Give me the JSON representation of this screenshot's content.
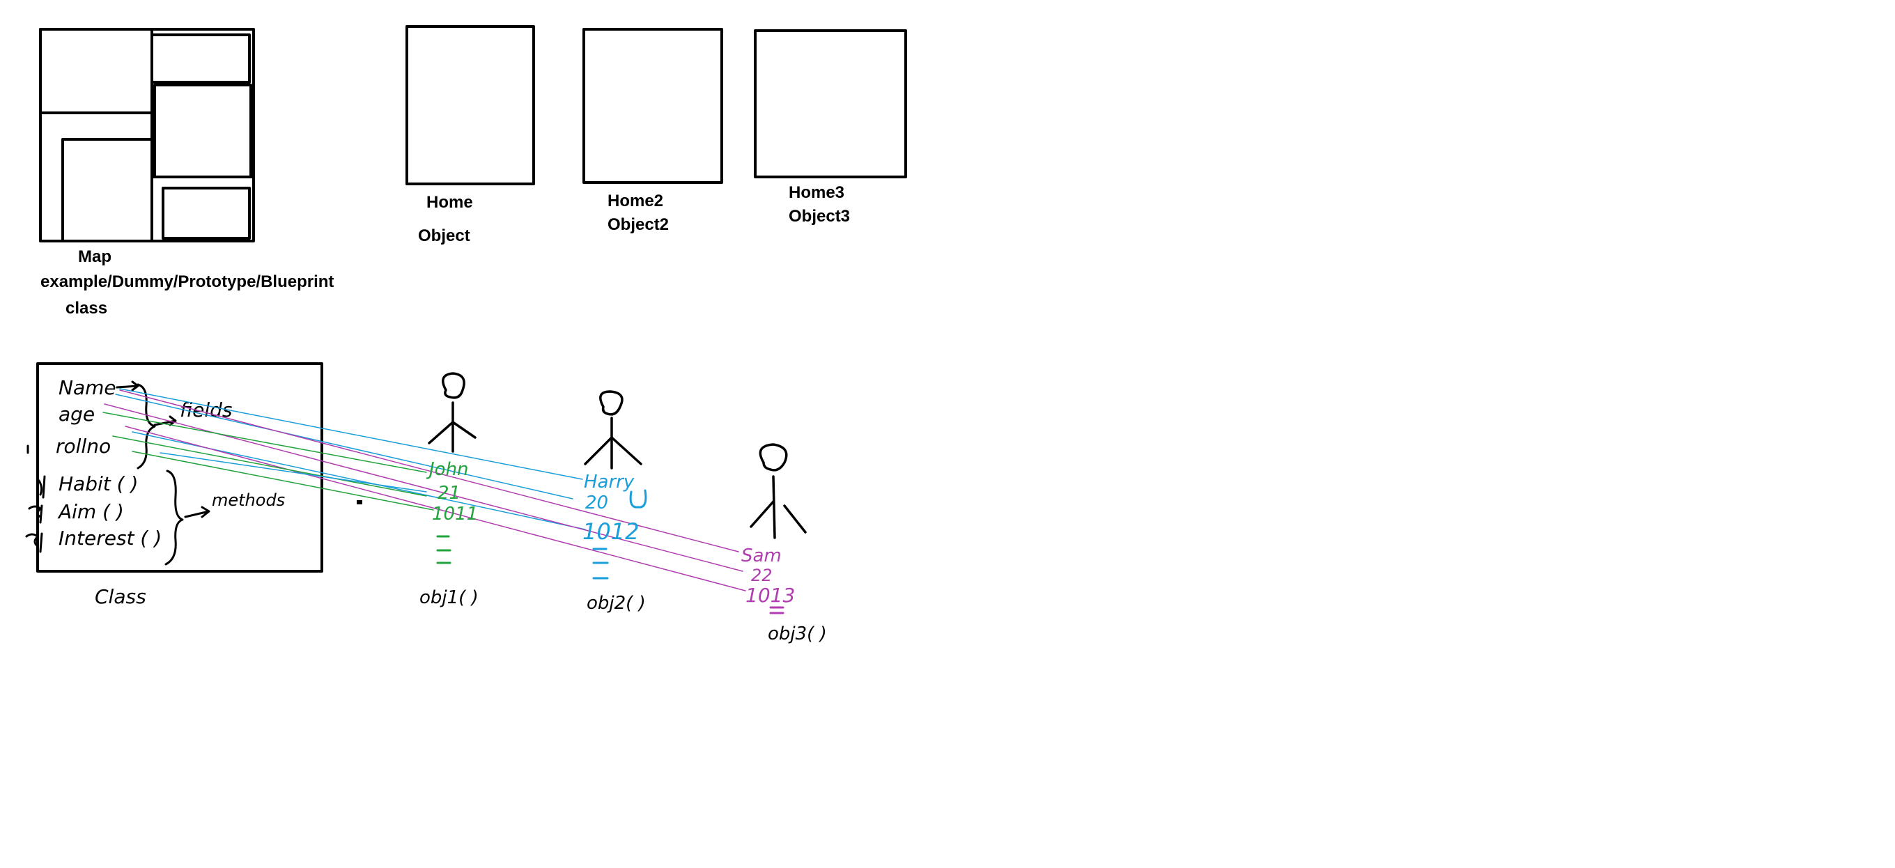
{
  "colors": {
    "black": "#000000",
    "green": "#22a33c",
    "blue": "#1a9ed9",
    "purple": "#b03eb0"
  },
  "top_section": {
    "map_label": "Map",
    "map_caption": "example/Dummy/Prototype/Blueprint",
    "map_class_label": "class",
    "homes": [
      {
        "name": "Home",
        "object": "Object"
      },
      {
        "name": "Home2",
        "object": "Object2"
      },
      {
        "name": "Home3",
        "object": "Object3"
      }
    ]
  },
  "class_box": {
    "fields": [
      "Name",
      "age",
      "rollno"
    ],
    "fields_label": "fields",
    "methods": [
      "Habit ( )",
      "Aim ( )",
      "Interest ( )"
    ],
    "methods_label": "methods",
    "caption": "Class"
  },
  "objects": [
    {
      "values": [
        "John",
        "21",
        "1011"
      ],
      "label": "obj1( )",
      "color": "#22a33c"
    },
    {
      "values": [
        "Harry",
        "20",
        "1012"
      ],
      "label": "obj2( )",
      "color": "#1a9ed9"
    },
    {
      "values": [
        "Sam",
        "22",
        "1013"
      ],
      "label": "obj3( )",
      "color": "#b03eb0"
    }
  ]
}
